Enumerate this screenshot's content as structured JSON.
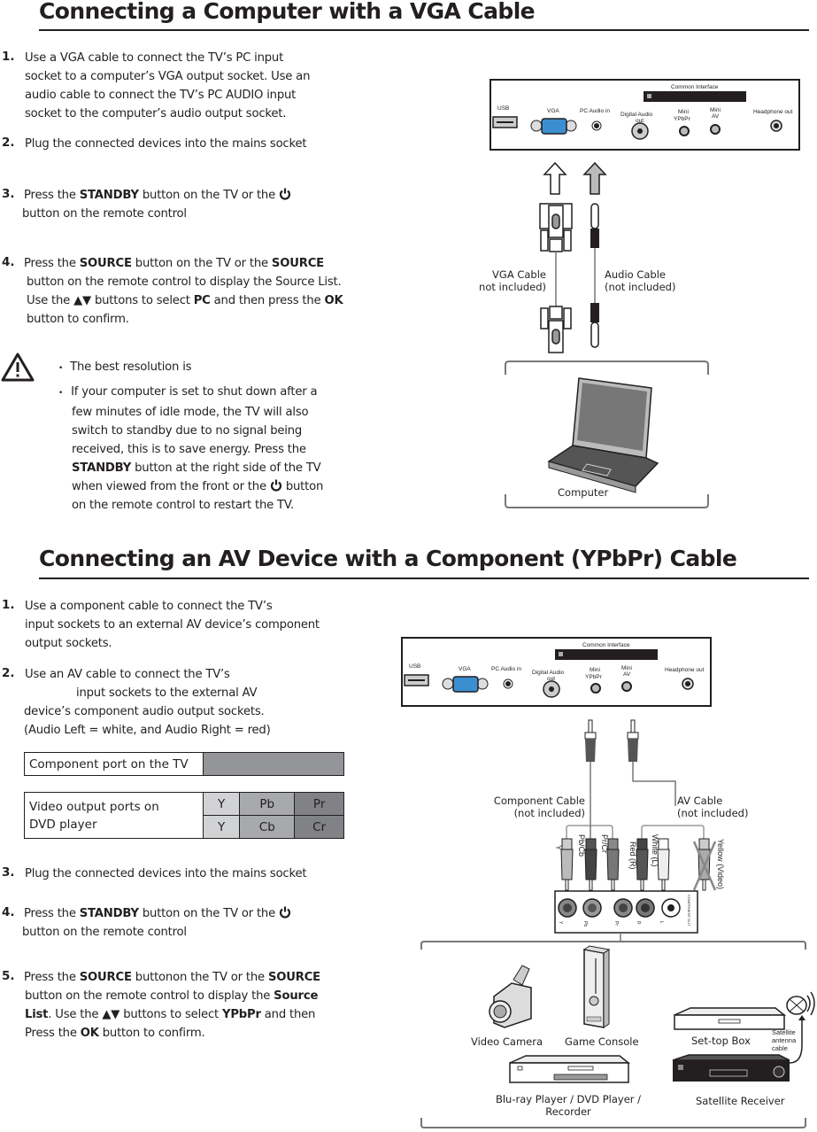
{
  "section1": {
    "title": "Connecting a Computer with a VGA Cable",
    "steps": [
      {
        "num": "1.",
        "lines": [
          "Use a VGA cable to connect the TV’s PC input",
          "socket to a computer’s VGA output socket. Use an",
          "audio cable to connect the TV’s PC AUDIO input",
          "socket to the computer’s audio output socket."
        ]
      },
      {
        "num": "2.",
        "lines": [
          "Plug the connected devices into the mains socket"
        ]
      },
      {
        "num": "3.",
        "l1a": "Press the ",
        "l1b": "STANDBY",
        "l1c": " button on  the TV or the ",
        "l2": "button on the remote control"
      },
      {
        "num": "4.",
        "l1a": "Press the ",
        "l1b": "SOURCE",
        "l1c": " button on  the  TV or the ",
        "l1d": "SOURCE",
        "l2": "button on  the remote control to  display the Source List.",
        "l3a": "Use the ",
        "l3b": "▲▼",
        "l3c": " buttons to select  ",
        "l3d": "PC",
        "l3e": " and then press the ",
        "l3f": "OK",
        "l4": "button to confirm."
      }
    ],
    "notes": {
      "icon": "warning-icon",
      "bullet": "•",
      "note1": "The best resolution is",
      "note2_lines": [
        "If your computer is set to shut down after a",
        "few minutes of idle mode, the TV will also",
        "switch to standby due to no signal being",
        "received, this is to save energy. Press the"
      ],
      "note2_l5a": "STANDBY",
      "note2_l5b": " button at the right side of the TV",
      "note2_l6a": "when viewed from the front or the ",
      "note2_l6b": " button",
      "note2_l7": "on the remote control to restart the TV."
    },
    "diagram": {
      "panel": {
        "common_interface": "Common Interface",
        "ports": [
          "USB",
          "VGA",
          "PC Audio in",
          "Digital  Audio",
          "out",
          "Mini",
          "YPbPr",
          "Mini",
          "AV",
          "Headphone out"
        ]
      },
      "vga_cable": [
        "VGA Cable",
        "(not included)"
      ],
      "audio_cable": [
        "Audio Cable",
        "(not included)"
      ],
      "computer": "Computer"
    }
  },
  "section2": {
    "title": "Connecting an AV Device with a Component (YPbPr) Cable",
    "steps": [
      {
        "num": "1.",
        "lines": [
          "Use a component cable to connect the TV’s",
          "input sockets to an external AV device’s component",
          "output sockets."
        ]
      },
      {
        "num": "2.",
        "lines": [
          "Use an AV cable to connect the TV’s",
          "input sockets to the external AV",
          "device’s component audio output sockets.",
          "(Audio Left = white, and Audio Right = red)"
        ]
      },
      {
        "num": "3.",
        "lines": [
          "Plug the connected devices into the mains socket"
        ]
      },
      {
        "num": "4.",
        "l1a": "Press the ",
        "l1b": "STANDBY",
        "l1c": " button on  the TV or the ",
        "l2": "button on the remote control"
      },
      {
        "num": "5.",
        "l1a": "Press the ",
        "l1b": "SOURCE",
        "l1c": " buttonon  the TV or the ",
        "l1d": "SOURCE",
        "l2a": "button on the remote  control to display  the ",
        "l2b": "Source",
        "l3a": "List",
        "l3b": ". Use the ",
        "l3c": "▲▼",
        "l3d": " buttons to select  ",
        "l3e": "YPbPr",
        "l3f": " and then",
        "l4a": "Press the ",
        "l4b": "OK",
        "l4c": " button to confirm."
      }
    ],
    "table1": {
      "label": "Component port on the TV",
      "value": ""
    },
    "table2": {
      "label_lines": [
        "Video output ports on",
        "DVD player"
      ],
      "row1": [
        "Y",
        "Pb",
        "Pr"
      ],
      "row2": [
        "Y",
        "Cb",
        "Cr"
      ]
    },
    "diagram": {
      "panel": {
        "common_interface": "Common Interface",
        "ports": [
          "USB",
          "VGA",
          "PC Audio in",
          "Digital  Audio",
          "out",
          "Mini",
          "YPbPr",
          "Mini",
          "AV",
          "Headphone out"
        ]
      },
      "component_cable": [
        "Component Cable",
        "(not included)"
      ],
      "av_cable": [
        "AV Cable",
        "(not included)"
      ],
      "plug_labels": [
        "Y",
        "Pb/Cb",
        "Pr/Cr",
        "Red (R)",
        "White (L)",
        "Yellow (Video)"
      ],
      "jack_labels": [
        "Y",
        "Pb",
        "Pr",
        "R",
        "L",
        "COMPONENT OUT"
      ],
      "devices": {
        "video_camera": "Video Camera",
        "game_console": "Game Console",
        "set_top_box": "Set-top Box",
        "satellite_antenna": [
          "Satellite",
          "antenna",
          "cable"
        ],
        "bluray": [
          "Blu-ray Player / DVD Player /",
          "Recorder"
        ],
        "satellite_receiver": "Satellite Receiver"
      }
    }
  }
}
